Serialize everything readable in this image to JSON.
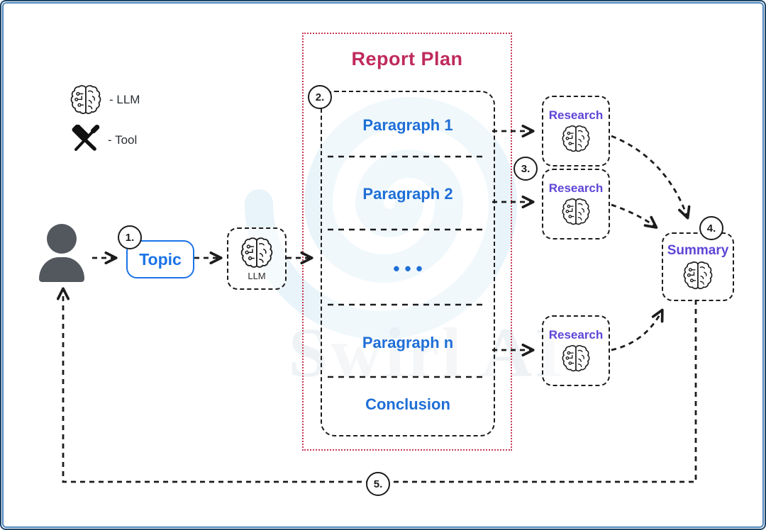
{
  "diagram": {
    "legend": {
      "llm": "- LLM",
      "tool": "- Tool"
    },
    "steps": {
      "s1": "1.",
      "s2": "2.",
      "s3": "3.",
      "s4": "4.",
      "s5": "5."
    },
    "topic": {
      "label": "Topic"
    },
    "llm_node": {
      "label": "LLM"
    },
    "report_plan": {
      "title": "Report Plan",
      "rows": [
        "Paragraph 1",
        "Paragraph 2",
        "•••",
        "Paragraph n",
        "Conclusion"
      ]
    },
    "research_nodes": [
      {
        "label": "Research"
      },
      {
        "label": "Research"
      },
      {
        "label": "Research"
      }
    ],
    "summary": {
      "label": "Summary"
    },
    "watermark": {
      "text": "Swirl AI"
    },
    "colors": {
      "frame_outer": "#1d4568",
      "frame_inner": "#4e86bd",
      "accent_blue": "#1a73e8",
      "paragraph_blue": "#1f6fd6",
      "plan_title": "#bf2a5c",
      "plan_border": "#c43b55",
      "purple": "#5f45d6",
      "line_black": "#1c1c1c",
      "person_gray": "#53585e"
    }
  }
}
